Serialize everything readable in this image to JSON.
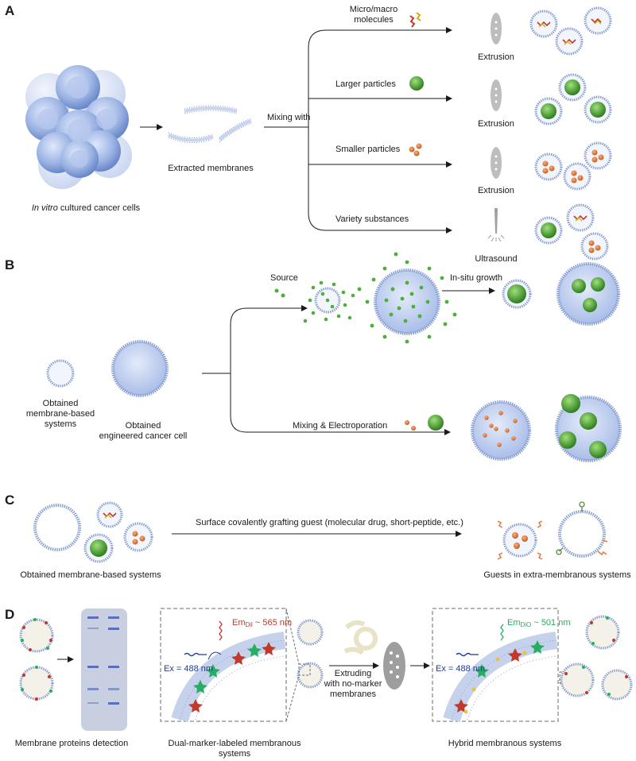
{
  "panels": {
    "a": {
      "letter": "A",
      "cells_label_italic": "In vitro",
      "cells_label_rest": " cultured cancer cells",
      "membranes_label": "Extracted membranes",
      "mixing_label": "Mixing with",
      "branch1": "Micro/macro",
      "branch1b": "molecules",
      "branch2": "Larger particles",
      "branch3": "Smaller particles",
      "branch4": "Variety substances",
      "method1": "Extrusion",
      "method2": "Extrusion",
      "method3": "Extrusion",
      "method4": "Ultrasound"
    },
    "b": {
      "letter": "B",
      "source_label": "Source",
      "growth_label": "In-situ growth",
      "systems_label_1": "Obtained",
      "systems_label_2": "membrane-based",
      "systems_label_3": "systems",
      "cell_label_1": "Obtained",
      "cell_label_2": "engineered cancer cell",
      "electro_label": "Mixing & Electroporation"
    },
    "c": {
      "letter": "C",
      "left_label": "Obtained membrane-based systems",
      "arrow_label": "Surface covalently grafting guest (molecular drug, short-peptide, etc.)",
      "right_label": "Guests in extra-membranous systems"
    },
    "d": {
      "letter": "D",
      "detect_label": "Membrane proteins detection",
      "dual_label": "Dual-marker-labeled membranous systems",
      "hybrid_label": "Hybrid membranous systems",
      "em_dil_prefix": "Em",
      "em_dil_sub": "Dil",
      "em_dil_value": " ~ 565 nm",
      "em_dio_prefix": "Em",
      "em_dio_sub": "DiO",
      "em_dio_value": " ~ 501 nm",
      "ex_left": "Ex = 488 nm",
      "ex_right": "Ex = 488 nm",
      "extrude_1": "Extruding",
      "extrude_2": "with no-marker",
      "extrude_3": "membranes"
    }
  },
  "colors": {
    "cell_blue": "#8fa9dc",
    "particle_green": "#3f9b2f",
    "particle_orange": "#e07a3a",
    "dil_red": "#c0392b",
    "dio_green": "#27ae60",
    "ex_blue": "#1f3a93"
  }
}
